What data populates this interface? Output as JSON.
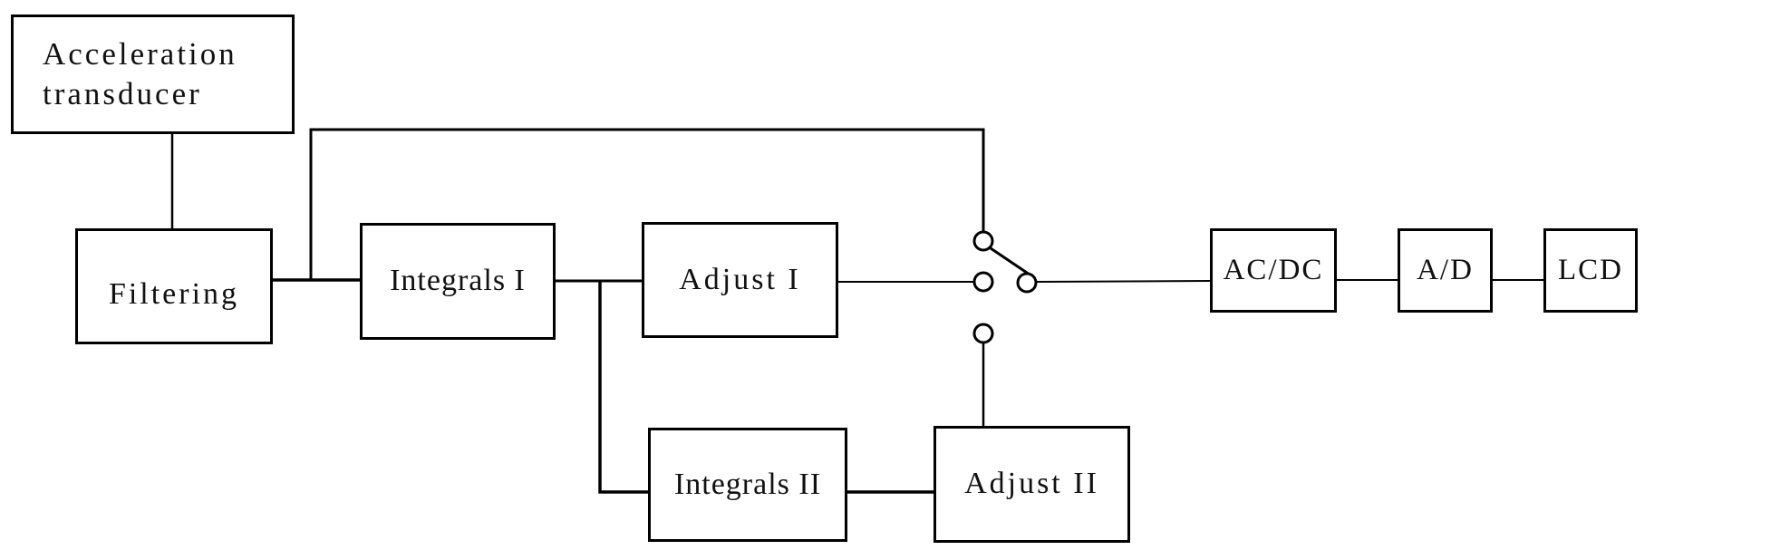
{
  "diagram": {
    "colors": {
      "line": "#000000",
      "text": "#111111",
      "background": "#ffffff"
    },
    "blocks": {
      "acceleration_transducer": {
        "label": "Acceleration transducer"
      },
      "filtering": {
        "label": "Filtering"
      },
      "integrals_1": {
        "label": "Integrals I"
      },
      "adjust_1": {
        "label": "Adjust I"
      },
      "integrals_2": {
        "label": "Integrals II"
      },
      "adjust_2": {
        "label": "Adjust II"
      },
      "ac_dc": {
        "label": "AC/DC"
      },
      "a_d": {
        "label": "A/D"
      },
      "lcd": {
        "label": "LCD"
      }
    }
  }
}
